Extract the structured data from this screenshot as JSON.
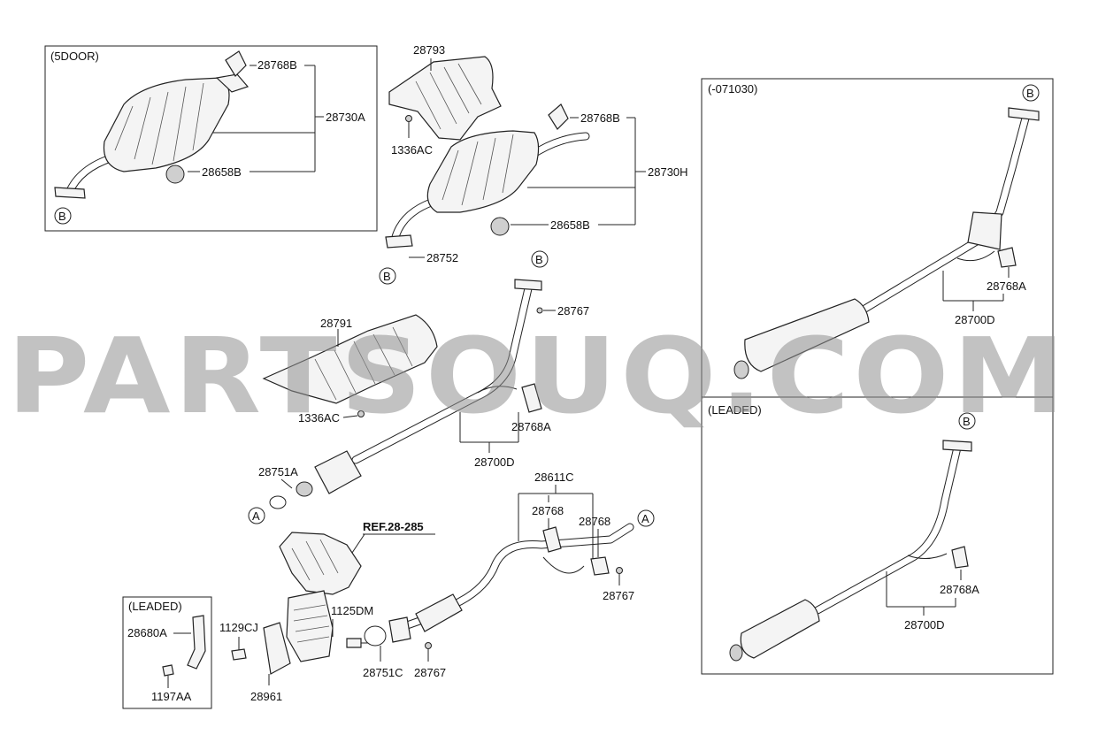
{
  "watermark": "PARTSOUQ.COM",
  "panels": {
    "five_door": "(5DOOR)",
    "before_date": "(-071030)",
    "leaded_right": "(LEADED)",
    "leaded_small": "(LEADED)"
  },
  "reference": "REF.28-285",
  "callouts": {
    "A": "A",
    "B": "B"
  },
  "parts": {
    "p28768B_1": "28768B",
    "p28730A": "28730A",
    "p28658B_1": "28658B",
    "p28793": "28793",
    "p1336AC_1": "1336AC",
    "p28768B_2": "28768B",
    "p28730H": "28730H",
    "p28658B_2": "28658B",
    "p28752": "28752",
    "p28767_1": "28767",
    "p28791": "28791",
    "p1336AC_2": "1336AC",
    "p28768A_1": "28768A",
    "p28700D_1": "28700D",
    "p28751A": "28751A",
    "p28611C": "28611C",
    "p28768_1": "28768",
    "p28768_2": "28768",
    "p28767_2": "28767",
    "p1125DM": "1125DM",
    "p1129CJ": "1129CJ",
    "p28751C": "28751C",
    "p28767_3": "28767",
    "p28961": "28961",
    "p28680A": "28680A",
    "p1197AA": "1197AA",
    "p28768A_2": "28768A",
    "p28700D_2": "28700D",
    "p28768A_3": "28768A",
    "p28700D_3": "28700D"
  }
}
